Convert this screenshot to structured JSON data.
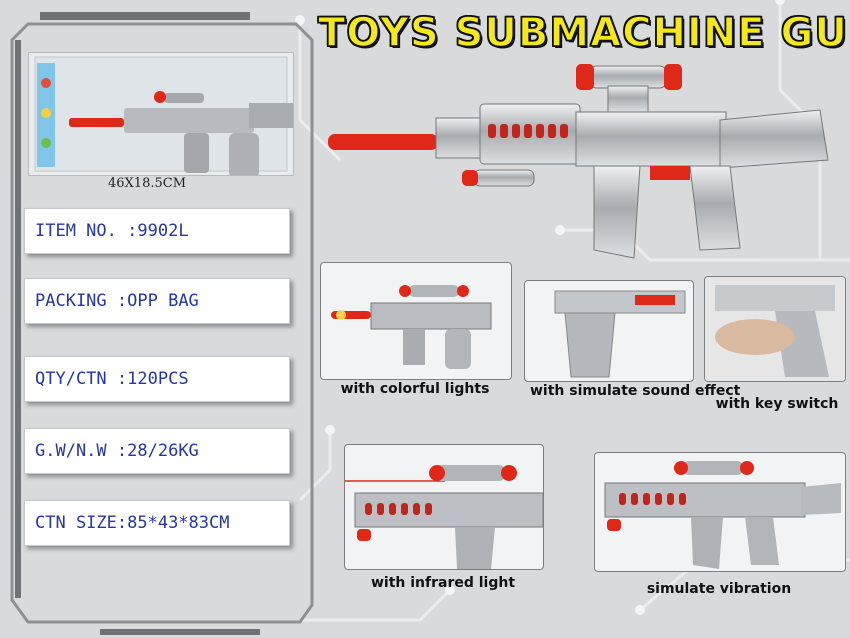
{
  "title": "TOYS SUBMACHINE GUN",
  "package": {
    "size": "46X18.5CM"
  },
  "specs": [
    {
      "label": "ITEM NO.",
      "value": ":9902L"
    },
    {
      "label": "PACKING",
      "value": ":OPP BAG"
    },
    {
      "label": "QTY/CTN",
      "value": ":120PCS"
    },
    {
      "label": "G.W/N.W",
      "value": ":28/26KG"
    },
    {
      "label": "CTN SIZE",
      "value": ":85*43*83CM"
    }
  ],
  "features": [
    {
      "caption": "with colorful lights"
    },
    {
      "caption": "with simulate sound  effect"
    },
    {
      "caption": "with key switch"
    },
    {
      "caption": "with infrared  light"
    },
    {
      "caption": "simulate vibration"
    }
  ],
  "colors": {
    "title_fill": "#f4e71b",
    "spec_text": "#2536a8",
    "gun_silver": "#b9bcc0",
    "gun_red": "#e02818"
  }
}
